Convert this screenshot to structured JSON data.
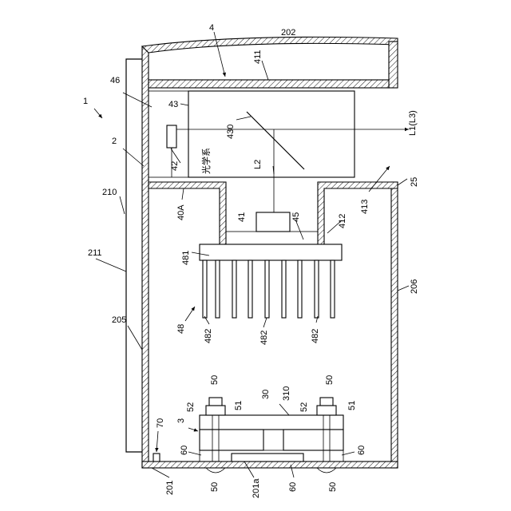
{
  "labels": {
    "device": "1",
    "housing": "2",
    "mounting": "3",
    "upper_unit": "4",
    "n25": "25",
    "n30": "30",
    "n41": "41",
    "n42": "42",
    "n43": "43",
    "n45": "45",
    "n46": "46",
    "n48": "48",
    "n50": "50",
    "n51": "51",
    "n52": "52",
    "n60": "60",
    "n70": "70",
    "n201": "201",
    "n201a": "201a",
    "n202": "202",
    "n205": "205",
    "n206": "206",
    "n210": "210",
    "n211": "211",
    "n310": "310",
    "n40A": "40A",
    "n411": "411",
    "n412": "412",
    "n413": "413",
    "n430": "430",
    "n481": "481",
    "n482": "482",
    "L1": "L1(L3)",
    "L2": "L2",
    "optics": "光学系"
  }
}
